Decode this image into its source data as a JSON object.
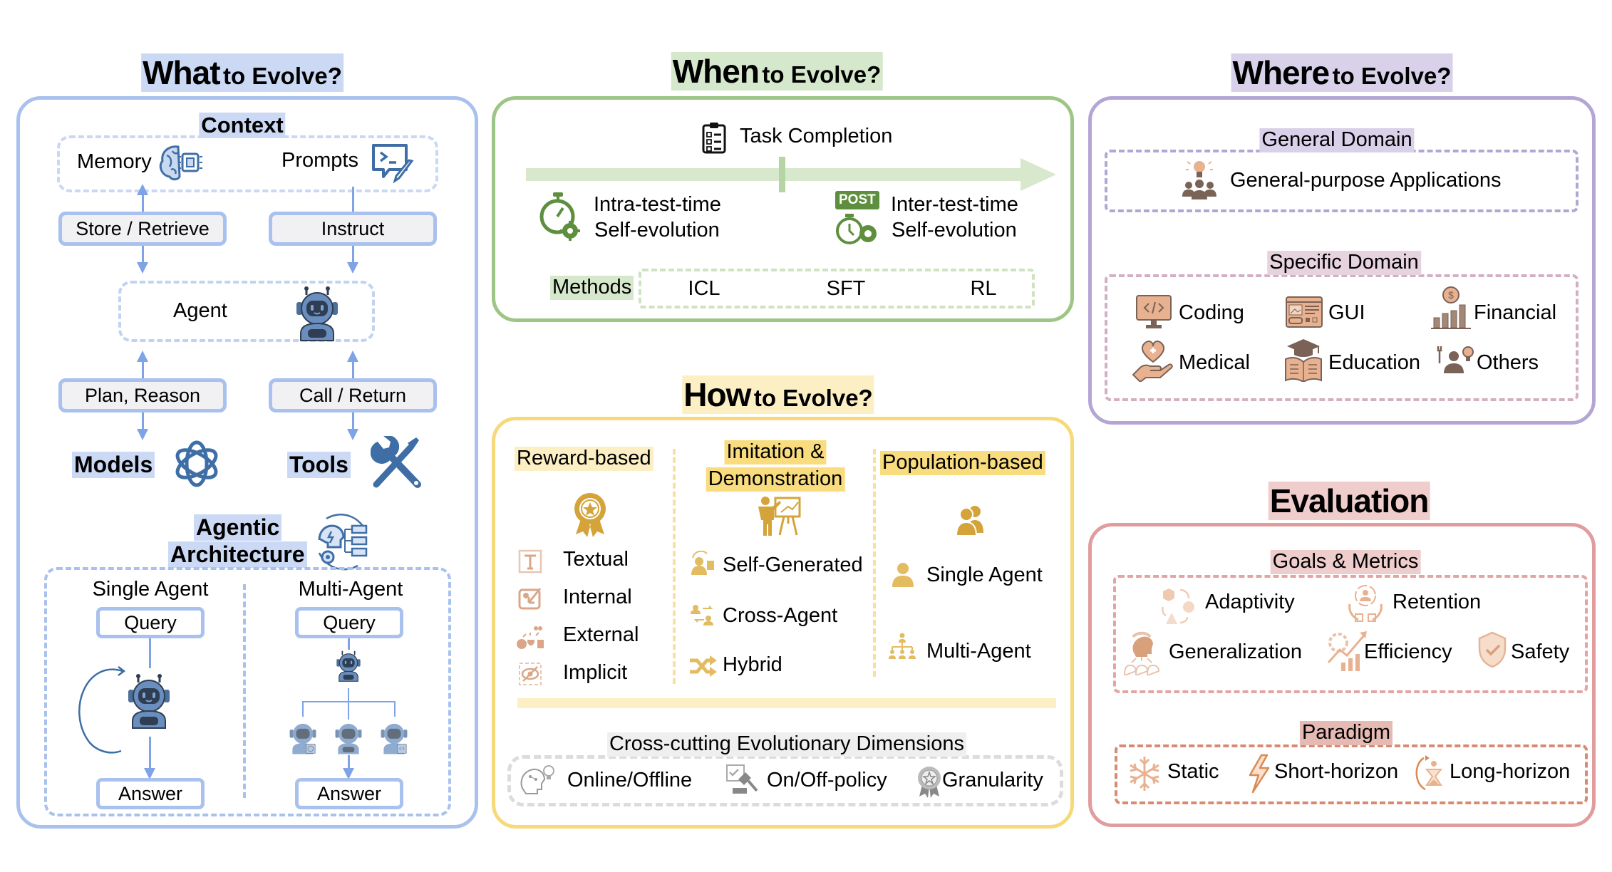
{
  "what": {
    "title_main": "What",
    "title_rest": "to Evolve?",
    "context_label": "Context",
    "memory_label": "Memory",
    "prompts_label": "Prompts",
    "store_retrieve_label": "Store / Retrieve",
    "instruct_label": "Instruct",
    "agent_label": "Agent",
    "plan_reason_label": "Plan, Reason",
    "call_return_label": "Call / Return",
    "models_label": "Models",
    "tools_label": "Tools",
    "agentic_label_line1": "Agentic",
    "agentic_label_line2": "Architecture",
    "single_agent": {
      "label": "Single Agent",
      "query": "Query",
      "answer": "Answer"
    },
    "multi_agent": {
      "label": "Multi-Agent",
      "query": "Query",
      "answer": "Answer"
    }
  },
  "when": {
    "title_main": "When",
    "title_rest": "to Evolve?",
    "task_completion": "Task Completion",
    "intra_line1": "Intra-test-time",
    "intra_line2": "Self-evolution",
    "post_badge": "POST",
    "inter_line1": "Inter-test-time",
    "inter_line2": "Self-evolution",
    "methods_label": "Methods",
    "methods": [
      "ICL",
      "SFT",
      "RL"
    ]
  },
  "how": {
    "title_main": "How",
    "title_rest": "to Evolve?",
    "reward": {
      "header": "Reward-based",
      "items": [
        "Textual",
        "Internal",
        "External",
        "Implicit"
      ]
    },
    "imitation": {
      "header_line1": "Imitation &",
      "header_line2": "Demonstration",
      "items": [
        "Self-Generated",
        "Cross-Agent",
        "Hybrid"
      ]
    },
    "population": {
      "header": "Population-based",
      "items": [
        "Single Agent",
        "Multi-Agent"
      ]
    },
    "cross_cutting": {
      "header": "Cross-cutting Evolutionary Dimensions",
      "items": [
        "Online/Offline",
        "On/Off-policy",
        "Granularity"
      ]
    }
  },
  "where": {
    "title_main": "Where",
    "title_rest": "to Evolve?",
    "general_domain": {
      "header": "General Domain",
      "item": "General-purpose Applications"
    },
    "specific_domain": {
      "header": "Specific Domain",
      "items": [
        "Coding",
        "GUI",
        "Financial",
        "Medical",
        "Education",
        "Others"
      ]
    }
  },
  "evaluation": {
    "title": "Evaluation",
    "goals": {
      "header": "Goals & Metrics",
      "items": [
        "Adaptivity",
        "Retention",
        "Generalization",
        "Efficiency",
        "Safety"
      ]
    },
    "paradigm": {
      "header": "Paradigm",
      "items": [
        "Static",
        "Short-horizon",
        "Long-horizon"
      ]
    }
  },
  "colors": {
    "blue_border": "#a9c1ee",
    "green_border": "#9dc585",
    "yellow_border": "#f7d97a",
    "purple_border": "#b3a6d5",
    "red_border": "#e19d9d",
    "robot_blue": "#6a8fbf",
    "gold_icon": "#d4a43a",
    "brown_icon": "#7a6257",
    "peach_icon": "#e8b18f",
    "green_icon": "#5e8f3e"
  }
}
